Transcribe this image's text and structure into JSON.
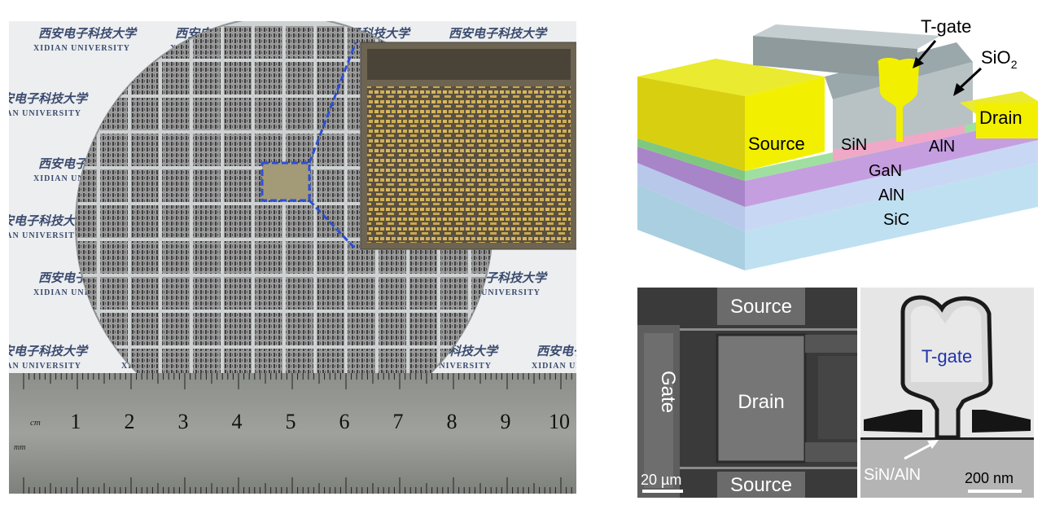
{
  "photo": {
    "watermark_cn": "西安电子科技大学",
    "watermark_en": "XIDIAN UNIVERSITY",
    "ruler": {
      "unit_cm": "cm",
      "unit_mm": "mm",
      "numbers": [
        "1",
        "2",
        "3",
        "4",
        "5",
        "6",
        "7",
        "8",
        "9",
        "10"
      ]
    }
  },
  "schematic": {
    "labels": {
      "t_gate": "T-gate",
      "sio2_base": "SiO",
      "sio2_sub": "2",
      "drain": "Drain",
      "source": "Source",
      "sin": "SiN",
      "aln_top": "AlN",
      "gan": "GaN",
      "aln_bottom": "AlN",
      "sic": "SiC"
    },
    "colors": {
      "metal": "#f2f000",
      "gate_metal": "#aab6b8",
      "sin": "#f0a8c8",
      "aln_barrier": "#9fe0a0",
      "gan": "#c59ee0",
      "aln_buffer": "#c8d8f4",
      "sic": "#bfe0f0"
    }
  },
  "sem": {
    "labels": {
      "source_top": "Source",
      "source_bottom": "Source",
      "gate": "Gate",
      "drain": "Drain",
      "scale": "20 µm"
    }
  },
  "tem": {
    "labels": {
      "t_gate": "T-gate",
      "interface": "SiN/AlN",
      "scale": "200 nm"
    }
  }
}
